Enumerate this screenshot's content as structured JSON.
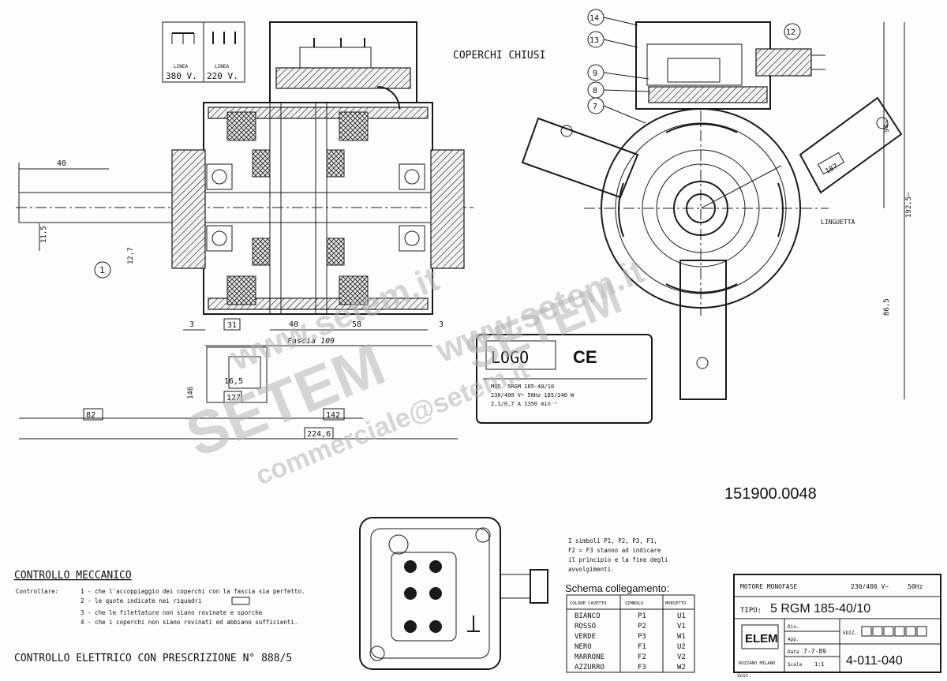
{
  "drawing": {
    "part_number": "151900.0048",
    "closed_covers_label": "COPERCHI CHIUSI",
    "key_label": "LINGUETTA",
    "dimensions": {
      "shaft_len": "40",
      "d11_5": "11,5",
      "d12_7": "12,7",
      "d3a": "3",
      "d31": "31",
      "d40": "40",
      "d58": "58",
      "d3b": "3",
      "fascia": "Fascia 109",
      "d16_5": "16,5",
      "d146": "146",
      "d127": "127",
      "d82": "82",
      "d142": "142",
      "d224": "224,6",
      "d94": "94~",
      "d192": "192,5~",
      "d86": "86,5",
      "d187": "187"
    },
    "balloons": [
      "14",
      "13",
      "12",
      "9",
      "8",
      "7",
      "1"
    ],
    "line_config": {
      "left_label": "LINEA",
      "left_voltage": "380 V.",
      "right_label": "LINEA",
      "right_voltage": "220 V."
    }
  },
  "watermark": {
    "url1": "www.setem.it",
    "url2": "www.setem.it",
    "brand1": "SETEM",
    "brand2": "SETEM",
    "commercial": "commerciale@setem.it"
  },
  "plate": {
    "logo": "LOGO",
    "ce": "CE",
    "mod": "MOD. 5RGM 185-40/10",
    "elec": "230/400 V~  50Hz  185/240 W",
    "current": "2,1/0,7 A  1350 min⁻¹"
  },
  "checks": {
    "title": "CONTROLLO MECCANICO",
    "lead": "Controllare:",
    "items": [
      "1 - che l'accoppiaggio dei coperchi con la fascia sia perfetto.",
      "2 - le quote indicate nei riquadri",
      "3 - che le filettature non siano rovinate e sporche",
      "4 - che i coperchi non siano rovinati ed abbiano sufficienti."
    ],
    "electric": "CONTROLLO ELETTRICO CON PRESCRIZIONE N° 888/5"
  },
  "schema": {
    "note": [
      "I simboli P1, P2, P3, F1,",
      "F2 = F3 stanno ad indicare",
      "il principio e la fine degli",
      "avvolgimenti."
    ],
    "title": "Schema collegamento:",
    "headers": [
      "COLORE CAVETTO",
      "SIMBOLO",
      "MORSETTO"
    ],
    "rows": [
      [
        "BIANCO",
        "P1",
        "U1"
      ],
      [
        "ROSSO",
        "P2",
        "V1"
      ],
      [
        "VERDE",
        "P3",
        "W1"
      ],
      [
        "NERO",
        "F1",
        "U2"
      ],
      [
        "MARRONE",
        "F2",
        "V2"
      ],
      [
        "AZZURRO",
        "F3",
        "W2"
      ]
    ]
  },
  "titleblock": {
    "kind": "MOTORE MONOFASE",
    "voltage": "230/400 V~",
    "freq": "50Hz",
    "tipo_label": "TIPO:",
    "tipo": "5 RGM 185-40/10",
    "company": "ELEM",
    "city": "ROZZANO MILANO",
    "dis_label": "Dis.",
    "app_label": "App.",
    "data_label": "Data",
    "data_value": "7-7-89",
    "scala_label": "Scala",
    "scala_value": "1:1",
    "sost_label": "Sost.",
    "ediz_label": "EDIZ.",
    "code": "4-011-040"
  }
}
